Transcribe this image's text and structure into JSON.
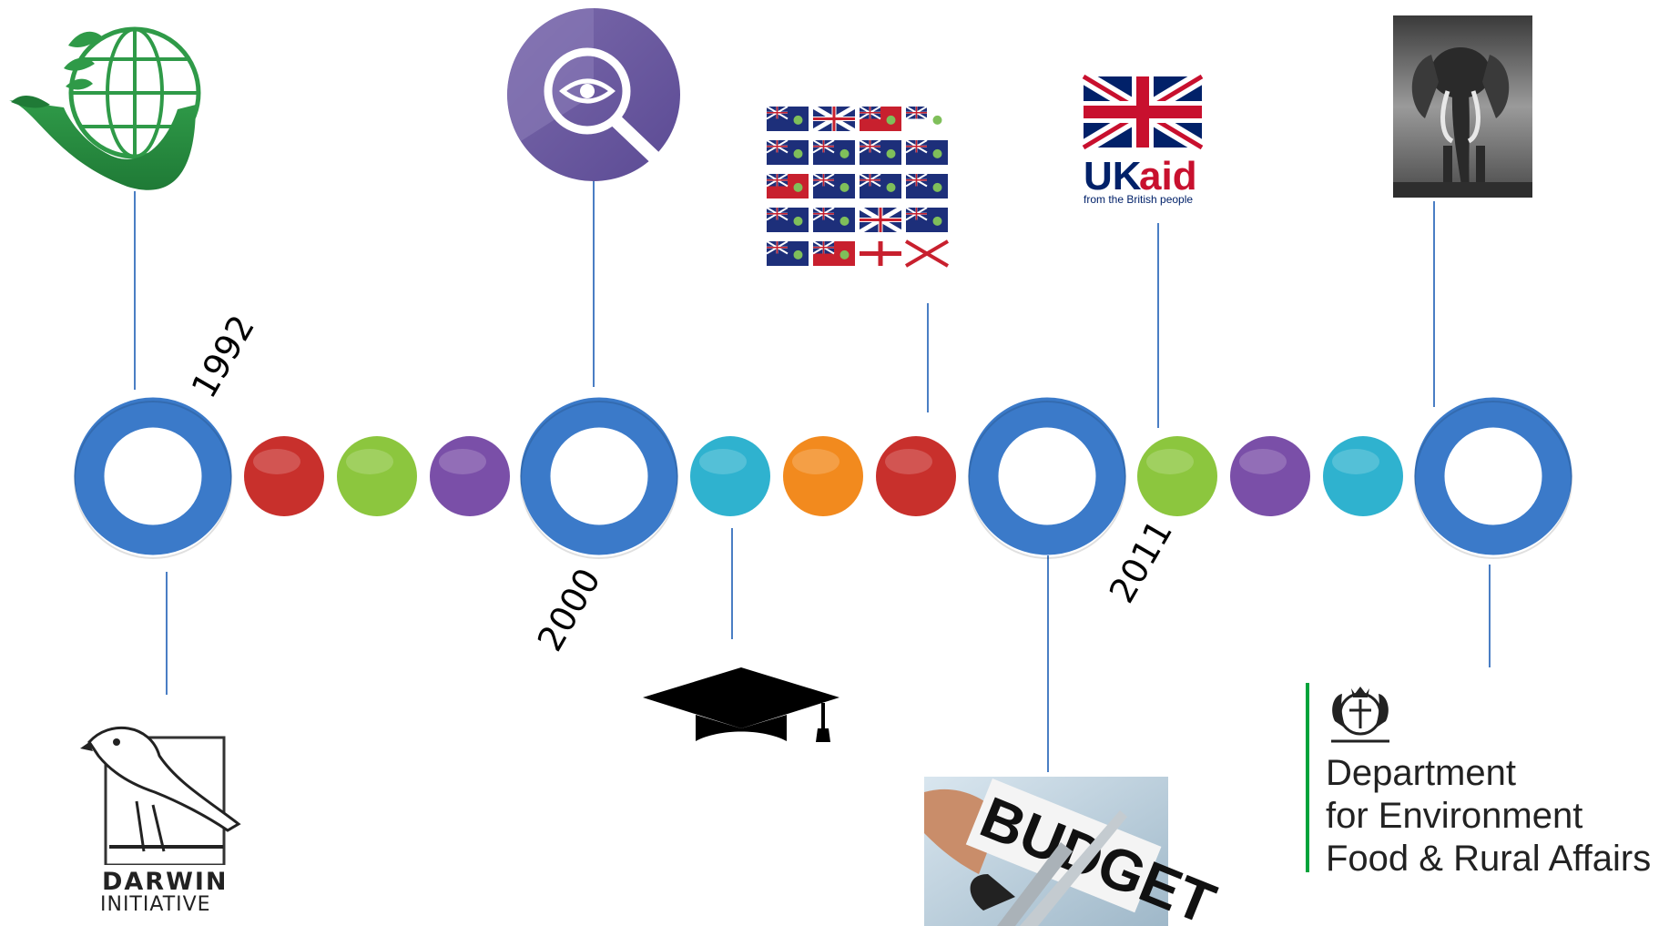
{
  "timeline": {
    "years": [
      "1992",
      "2000",
      "2011"
    ],
    "milestones": [
      {
        "name": "milestone-1992",
        "kind": "ring"
      },
      {
        "name": "dot-red-1",
        "kind": "dot",
        "color": "#c8302c"
      },
      {
        "name": "dot-green-1",
        "kind": "dot",
        "color": "#8cc63e"
      },
      {
        "name": "dot-purple-1",
        "kind": "dot",
        "color": "#7a4fa8"
      },
      {
        "name": "milestone-2000",
        "kind": "ring"
      },
      {
        "name": "dot-teal-1",
        "kind": "dot",
        "color": "#2fb2cf"
      },
      {
        "name": "dot-orange-1",
        "kind": "dot",
        "color": "#f28a1e"
      },
      {
        "name": "dot-red-2",
        "kind": "dot",
        "color": "#c8302c"
      },
      {
        "name": "milestone-2011",
        "kind": "ring"
      },
      {
        "name": "dot-green-2",
        "kind": "dot",
        "color": "#8cc63e"
      },
      {
        "name": "dot-purple-2",
        "kind": "dot",
        "color": "#7a4fa8"
      },
      {
        "name": "dot-teal-2",
        "kind": "dot",
        "color": "#2fb2cf"
      },
      {
        "name": "milestone-final",
        "kind": "ring"
      }
    ],
    "ring_color": "#3b7ac9",
    "connector_color": "#4a7ec4"
  },
  "logos": {
    "darwin": {
      "line1": "DARWIN",
      "line2": "INITIATIVE"
    },
    "ukaid": {
      "uk": "UK",
      "aid": "aid",
      "tagline": "from the British people"
    },
    "defra": {
      "line1": "Department",
      "line2": "for Environment",
      "line3": "Food & Rural Affairs"
    },
    "budget": {
      "word": "BUDGET"
    }
  },
  "icons": [
    "un-earth-summit-icon",
    "review-magnifier-icon",
    "overseas-territory-flags-icon",
    "ukaid-logo",
    "elephant-photo-icon",
    "darwin-initiative-logo",
    "graduation-cap-icon",
    "budget-cut-icon",
    "defra-logo"
  ]
}
